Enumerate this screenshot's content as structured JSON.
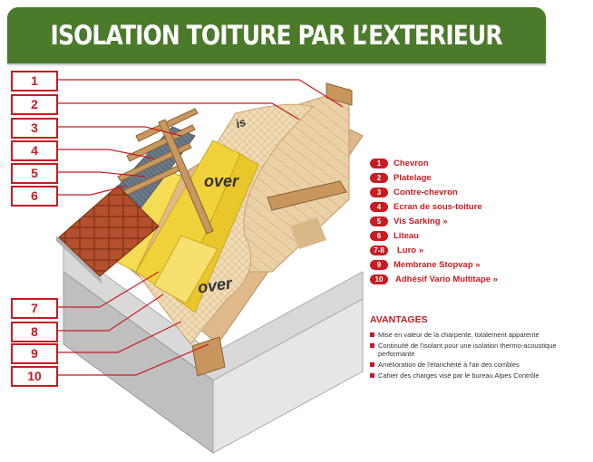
{
  "header": {
    "title": "ISOLATION TOITURE PAR L’EXTERIEUR"
  },
  "callouts": [
    "1",
    "2",
    "3",
    "4",
    "5",
    "6",
    "7",
    "8",
    "9",
    "10"
  ],
  "legend": [
    {
      "badge": "1",
      "label": "Chevron"
    },
    {
      "badge": "2",
      "label": "Platelage"
    },
    {
      "badge": "3",
      "label": "Contre-chevron"
    },
    {
      "badge": "4",
      "label": "Ecran de sous-toiture"
    },
    {
      "badge": "5",
      "label": "Vis Sarking »"
    },
    {
      "badge": "6",
      "label": "Liteau"
    },
    {
      "badge": "7-8",
      "label": "Luro »"
    },
    {
      "badge": "9",
      "label": "Membrane Stopvap »"
    },
    {
      "badge": "10",
      "label": "Adhésif Vario Multitape »"
    }
  ],
  "advantages": {
    "title": "AVANTAGES",
    "items": [
      "Mise en valeur de la charpente, totalement apparente",
      "Continuité de l'isolant pour une isolation thermo-acoustique performante",
      "Amélioration de l'étanchéité à l'air des combles",
      "Cahier des charges visé par le bureau Alpes Contrôle"
    ]
  },
  "brand": {
    "mark1": "over",
    "mark2": "over",
    "mark3": "is"
  },
  "colors": {
    "accent": "#c81b22",
    "banner": "#4a7a2a",
    "wood": "#e8c99a",
    "insulation": "#f2d23a"
  }
}
